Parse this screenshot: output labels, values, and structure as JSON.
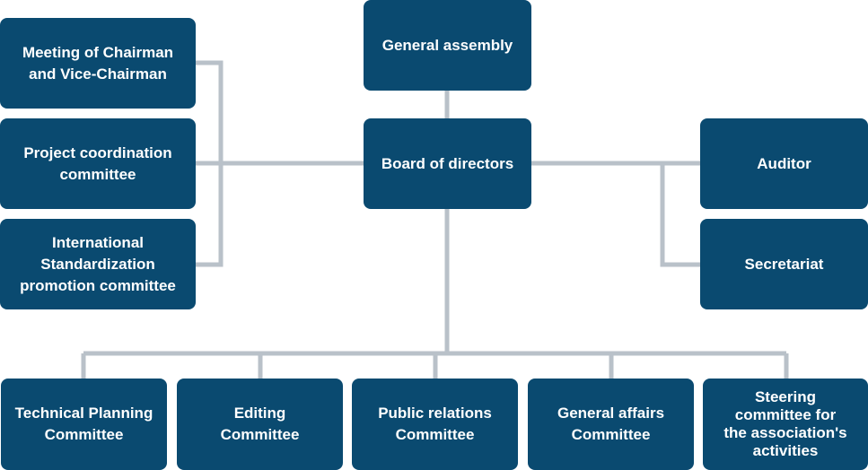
{
  "colors": {
    "box": "#0a4a70",
    "text": "#ffffff",
    "connector": "#b9c1c9"
  },
  "top": {
    "general_assembly": "General assembly"
  },
  "center": {
    "board": "Board of directors"
  },
  "left": {
    "meeting": "Meeting of Chairman\nand Vice-Chairman",
    "project": "Project coordination\ncommittee",
    "international": "International\nStandardization\npromotion committee"
  },
  "right": {
    "auditor": "Auditor",
    "secretariat": "Secretariat"
  },
  "bottom": {
    "technical": "Technical Planning\nCommittee",
    "editing": "Editing\nCommittee",
    "public": "Public relations\nCommittee",
    "general": "General affairs\nCommittee",
    "steering": "Steering\ncommittee for\nthe association's\nactivities"
  }
}
